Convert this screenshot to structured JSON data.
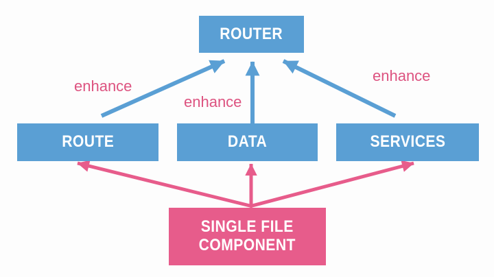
{
  "diagram": {
    "nodes": {
      "router": {
        "label": "ROUTER"
      },
      "route": {
        "label": "ROUTE"
      },
      "data": {
        "label": "DATA"
      },
      "services": {
        "label": "SERVICES"
      },
      "single_file_component": {
        "label": "SINGLE FILE COMPONENT",
        "label_lines": [
          "SINGLE FILE",
          "COMPONENT"
        ]
      }
    },
    "edges": [
      {
        "from": "route",
        "to": "router",
        "label": "enhance",
        "color": "blue"
      },
      {
        "from": "data",
        "to": "router",
        "label": "enhance",
        "color": "blue"
      },
      {
        "from": "services",
        "to": "router",
        "label": "enhance",
        "color": "blue"
      },
      {
        "from": "single_file_component",
        "to": "route",
        "label": "",
        "color": "pink"
      },
      {
        "from": "single_file_component",
        "to": "data",
        "label": "",
        "color": "pink"
      },
      {
        "from": "single_file_component",
        "to": "services",
        "label": "",
        "color": "pink"
      }
    ],
    "colors": {
      "blue": "#5a9fd4",
      "pink": "#e75c8b",
      "pink_text": "#dd5380",
      "bg": "#fdfdfd",
      "node_text": "#ffffff"
    }
  }
}
